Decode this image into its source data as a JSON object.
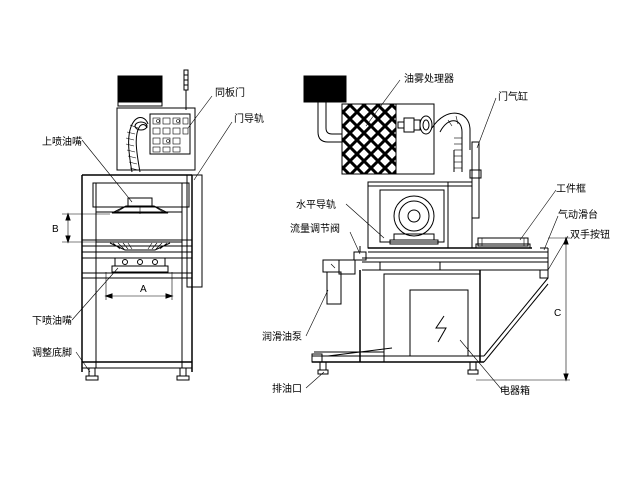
{
  "left_view": {
    "labels": {
      "upper_nozzle": "上喷油嘴",
      "top_door": "同板门",
      "door_rail": "门导轨",
      "lower_nozzle": "下喷油嘴",
      "adjust_foot": "调整底脚"
    },
    "dimensions": {
      "width": "A",
      "height": "B"
    }
  },
  "right_view": {
    "labels": {
      "mist_processor": "油雾处理器",
      "door_cylinder": "门气缸",
      "horizontal_rail": "水平导轨",
      "flow_valve": "流量调节阀",
      "workpiece_frame": "工件框",
      "pneumatic_slide": "气动滑台",
      "two_hand_button": "双手按钮",
      "oil_pump": "润滑油泵",
      "drain_port": "排油口",
      "electric_box": "电器箱"
    },
    "dimensions": {
      "height": "C"
    }
  }
}
